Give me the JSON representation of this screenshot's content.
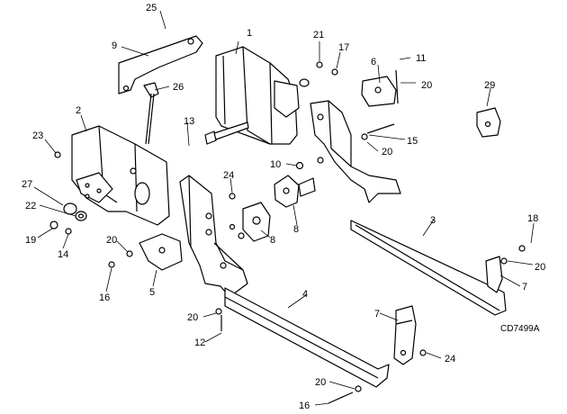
{
  "figure_code": "CD7499A",
  "callouts": [
    "1",
    "2",
    "3",
    "4",
    "5",
    "6",
    "7",
    "7",
    "8",
    "8",
    "9",
    "10",
    "11",
    "12",
    "13",
    "14",
    "15",
    "16",
    "16",
    "17",
    "18",
    "19",
    "20",
    "20",
    "20",
    "20",
    "20",
    "20",
    "21",
    "22",
    "23",
    "24",
    "24",
    "25",
    "26",
    "27",
    "29"
  ]
}
